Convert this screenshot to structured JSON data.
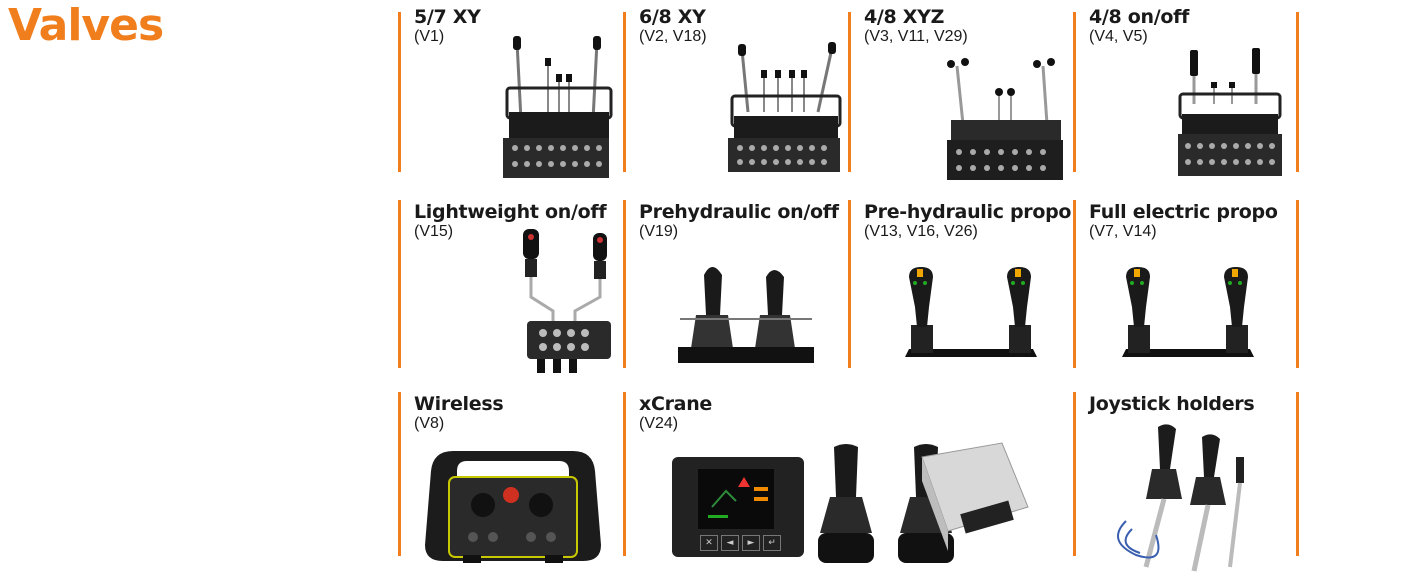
{
  "page": {
    "title": "Valves"
  },
  "accent_color": "#f07e1d",
  "products": [
    {
      "title": "5/7 XY",
      "codes": "(V1)",
      "icon": "valve-block-xy"
    },
    {
      "title": "6/8 XY",
      "codes": "(V2, V18)",
      "icon": "valve-block-xy"
    },
    {
      "title": "4/8 XYZ",
      "codes": "(V3, V11, V29)",
      "icon": "valve-block-xyz"
    },
    {
      "title": "4/8 on/off",
      "codes": "(V4, V5)",
      "icon": "valve-block-onoff"
    },
    {
      "title": "Lightweight on/off",
      "codes": "(V15)",
      "icon": "lightweight-valve"
    },
    {
      "title": "Prehydraulic on/off",
      "codes": "(V19)",
      "icon": "prehydraulic-joysticks"
    },
    {
      "title": "Pre-hydraulic propo",
      "codes": " (V13, V16, V26)",
      "icon": "propo-joysticks"
    },
    {
      "title": "Full electric propo",
      "codes": " (V7, V14)",
      "icon": "propo-joysticks"
    },
    {
      "title": "Wireless",
      "codes": "(V8)",
      "icon": "wireless-remote"
    },
    {
      "title": "xCrane",
      "codes": "(V24)",
      "icon": "xcrane-system"
    },
    {
      "title": "Joystick holders",
      "codes": "",
      "icon": "joystick-holders"
    }
  ],
  "xcrane_screen": {
    "buttons": [
      "✕",
      "◄",
      "►",
      "↵"
    ]
  }
}
